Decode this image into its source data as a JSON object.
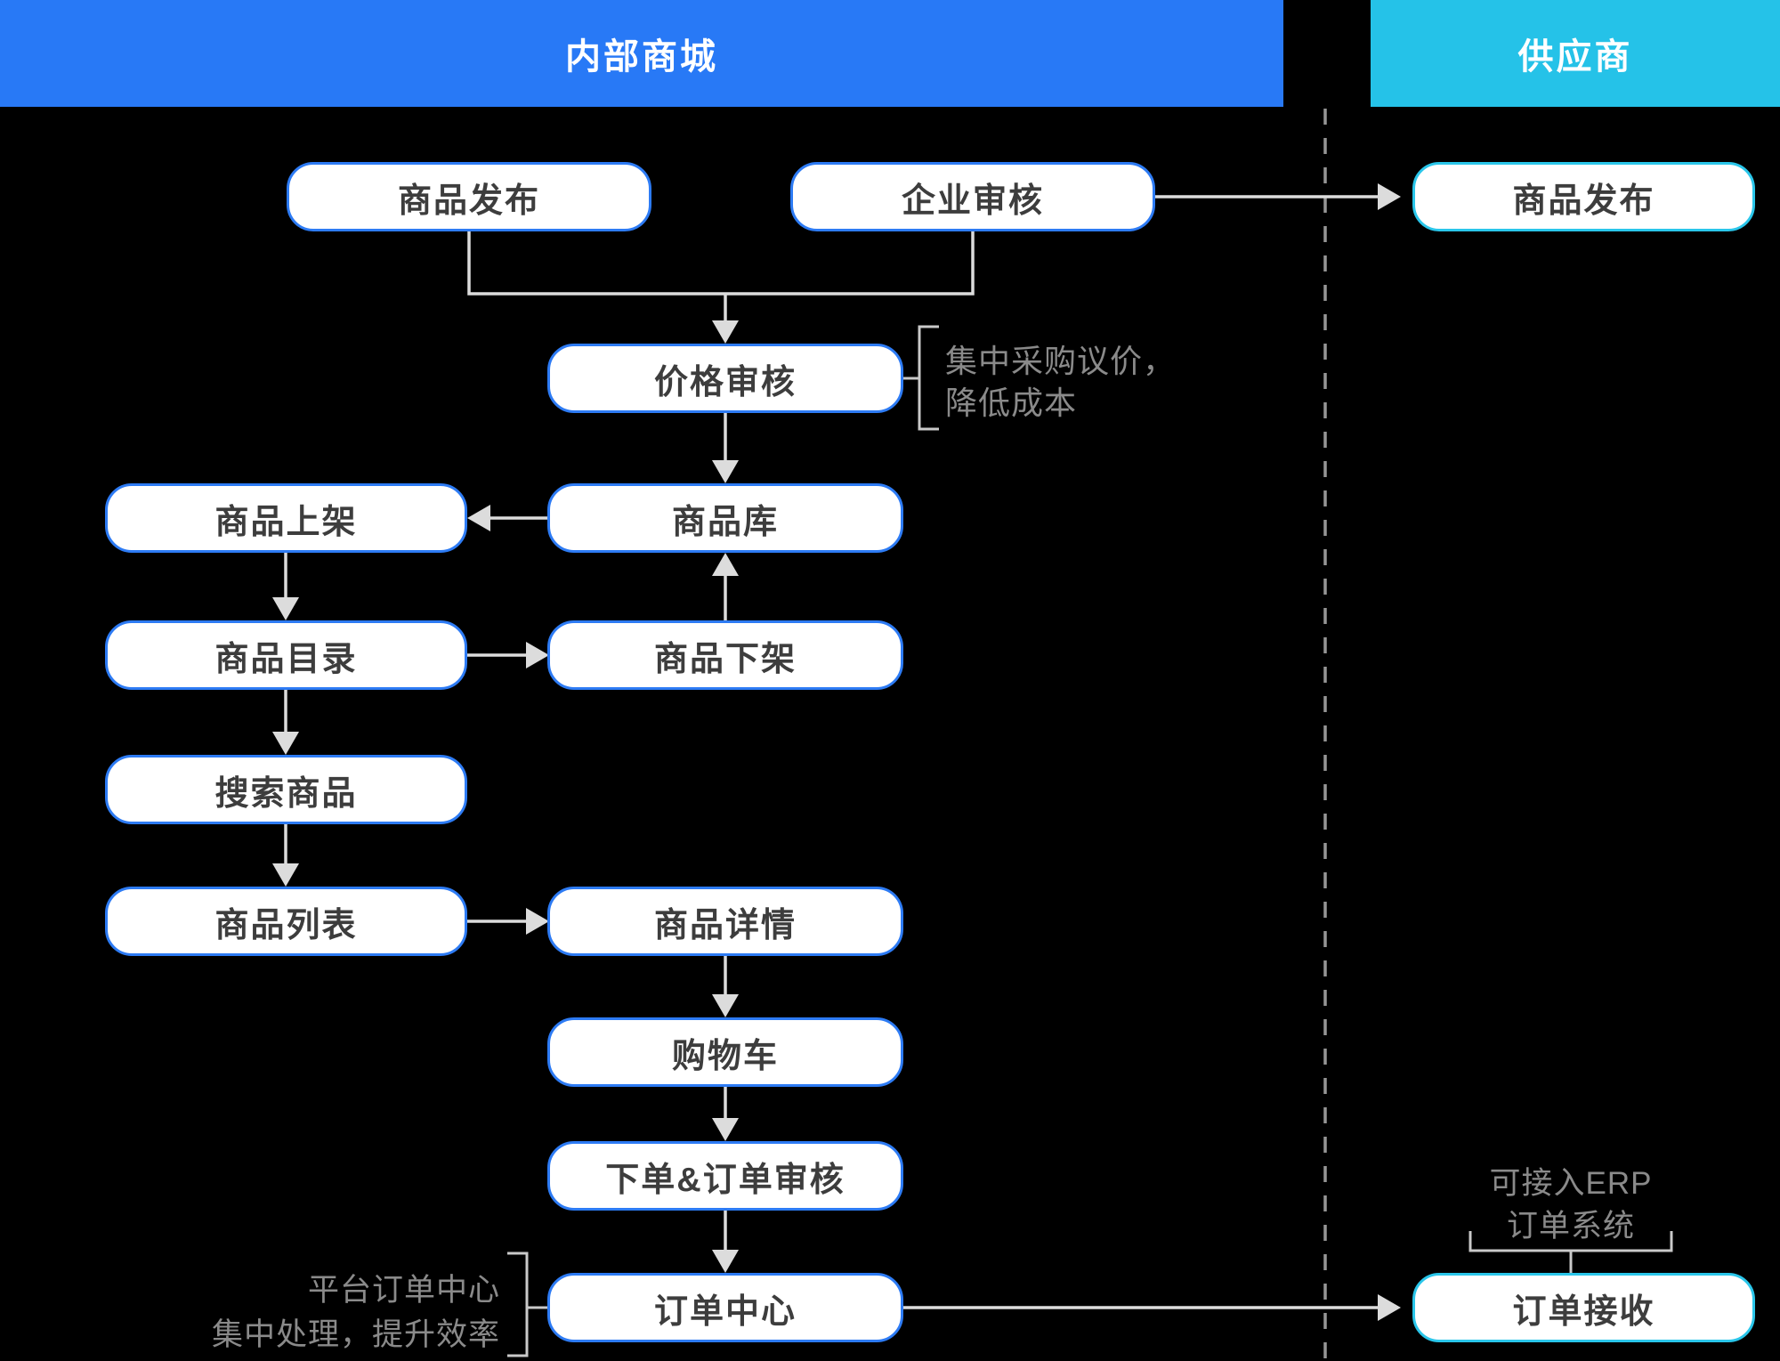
{
  "headers": {
    "internal": {
      "label": "内部商城",
      "color": "#2879F6"
    },
    "supplier": {
      "label": "供应商",
      "color": "#25C2E8"
    }
  },
  "nodes": {
    "internal_publish": {
      "label": "商品发布"
    },
    "enterprise_review": {
      "label": "企业审核"
    },
    "supplier_publish": {
      "label": "商品发布"
    },
    "price_review": {
      "label": "价格审核"
    },
    "product_on_shelf": {
      "label": "商品上架"
    },
    "product_library": {
      "label": "商品库"
    },
    "product_catalog": {
      "label": "商品目录"
    },
    "product_off_shelf": {
      "label": "商品下架"
    },
    "search_product": {
      "label": "搜索商品"
    },
    "product_list": {
      "label": "商品列表"
    },
    "product_detail": {
      "label": "商品详情"
    },
    "shopping_cart": {
      "label": "购物车"
    },
    "order_and_review": {
      "label": "下单&订单审核"
    },
    "order_center": {
      "label": "订单中心"
    },
    "order_receive": {
      "label": "订单接收"
    }
  },
  "annotations": {
    "price_note": {
      "line1": "集中采购议价，",
      "line2": "降低成本"
    },
    "order_note": {
      "line1": "平台订单中心",
      "line2": "集中处理，提升效率"
    },
    "erp_note": {
      "line1": "可接入ERP",
      "line2": "订单系统"
    }
  },
  "colors": {
    "background": "#000000",
    "internal_header": "#2879F6",
    "supplier_header": "#25C2E8",
    "internal_node_border": "#2D7BF4",
    "supplier_node_border": "#2AC6EA",
    "node_fill": "#FFFFFF",
    "node_text": "#3D3D3D",
    "connector": "#DCDCDC",
    "bracket": "#C9C9C9",
    "note_text": "#8A8A8A",
    "divider": "#969696"
  }
}
